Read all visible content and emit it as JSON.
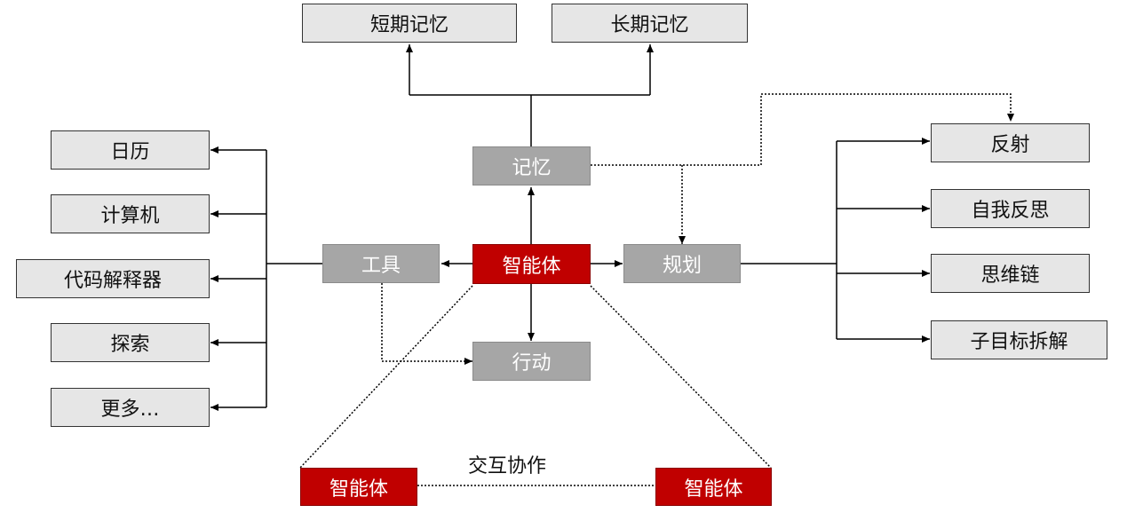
{
  "nodes": {
    "short_memory": "短期记忆",
    "long_memory": "长期记忆",
    "memory": "记忆",
    "agent_center": "智能体",
    "tools": "工具",
    "planning": "规划",
    "action": "行动",
    "calendar": "日历",
    "calculator": "计算机",
    "code_interpreter": "代码解释器",
    "search": "探索",
    "more": "更多…",
    "reflection": "反射",
    "self_critique": "自我反思",
    "chain_of_thought": "思维链",
    "subgoal_decomposition": "子目标拆解",
    "agent_left": "智能体",
    "agent_right": "智能体"
  },
  "labels": {
    "interaction": "交互协作"
  },
  "colors": {
    "accent_red": "#c00000",
    "mid_gray": "#a6a6a6",
    "light_gray": "#e6e6e6",
    "line": "#000000"
  }
}
